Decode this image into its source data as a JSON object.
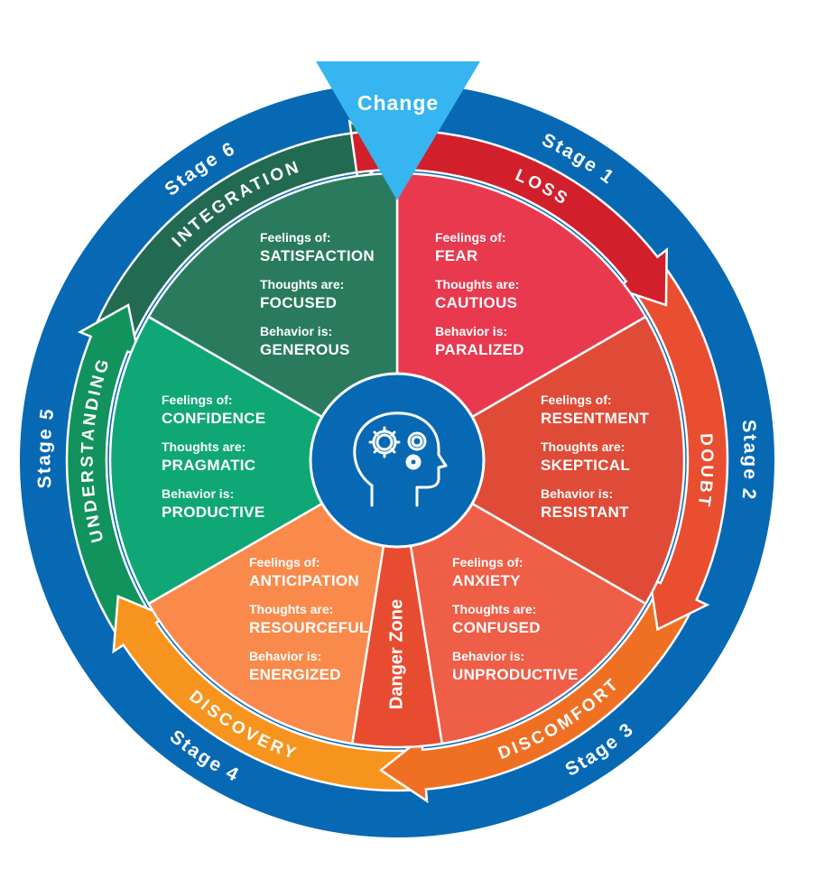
{
  "change_label": "Change",
  "danger_zone_label": "Danger Zone",
  "center_icon": "head-with-gears-icon",
  "colors": {
    "outer_ring": "#0769b4",
    "change": "#37b5f0",
    "center": "#0769b4",
    "danger_zone": "#e84c30"
  },
  "field_labels": {
    "feelings": "Feelings of:",
    "thoughts": "Thoughts are:",
    "behavior": "Behavior is:"
  },
  "stages": [
    {
      "stage": "Stage 1",
      "name": "LOSS",
      "feelings": "FEAR",
      "thoughts": "CAUTIOUS",
      "behavior": "PARALIZED",
      "band_color": "#d11f2b",
      "wedge_color": "#e8394f"
    },
    {
      "stage": "Stage 2",
      "name": "DOUBT",
      "feelings": "RESENTMENT",
      "thoughts": "SKEPTICAL",
      "behavior": "RESISTANT",
      "band_color": "#e94e30",
      "wedge_color": "#e04b37"
    },
    {
      "stage": "Stage 3",
      "name": "DISCOMFORT",
      "feelings": "ANXIETY",
      "thoughts": "CONFUSED",
      "behavior": "UNPRODUCTIVE",
      "band_color": "#f07023",
      "wedge_color": "#ef5e47"
    },
    {
      "stage": "Stage 4",
      "name": "DISCOVERY",
      "feelings": "ANTICIPATION",
      "thoughts": "RESOURCEFUL",
      "behavior": "ENERGIZED",
      "band_color": "#f7941e",
      "wedge_color": "#f98a4b"
    },
    {
      "stage": "Stage 5",
      "name": "UNDERSTANDING",
      "feelings": "CONFIDENCE",
      "thoughts": "PRAGMATIC",
      "behavior": "PRODUCTIVE",
      "band_color": "#12925d",
      "wedge_color": "#0fa776"
    },
    {
      "stage": "Stage 6",
      "name": "INTEGRATION",
      "feelings": "SATISFACTION",
      "thoughts": "FOCUSED",
      "behavior": "GENEROUS",
      "band_color": "#226a52",
      "wedge_color": "#2a7b5d"
    }
  ]
}
